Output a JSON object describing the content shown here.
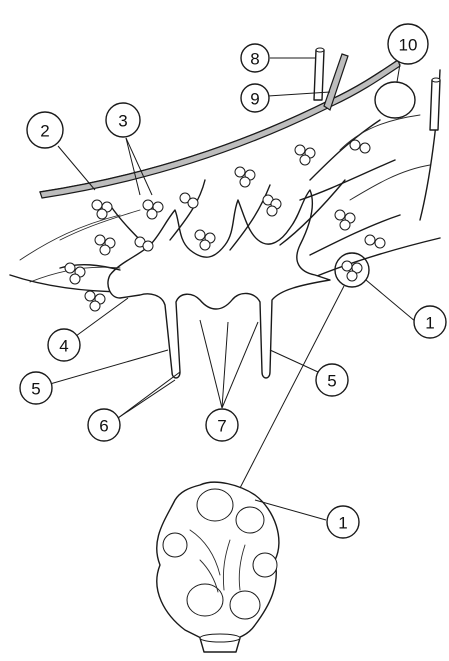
{
  "labels": {
    "l1_top": "1",
    "l1_bottom": "1",
    "l2": "2",
    "l3": "3",
    "l4": "4",
    "l5_left": "5",
    "l5_right": "5",
    "l6": "6",
    "l7": "7",
    "l8": "8",
    "l9": "9",
    "l10": "10"
  },
  "colors": {
    "ink": "#1a1a1a",
    "stipple": "#bdbdbd",
    "background": "#ffffff"
  }
}
